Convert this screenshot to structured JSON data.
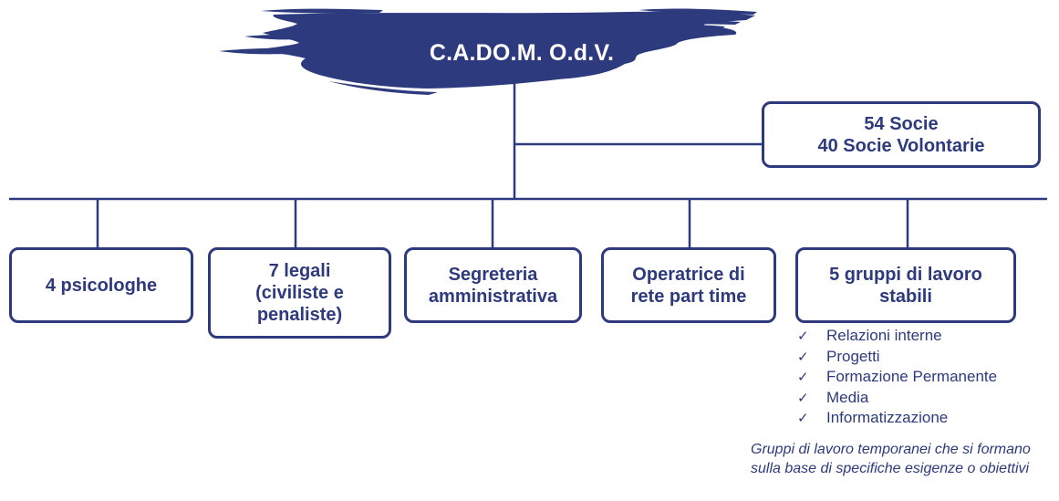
{
  "colors": {
    "primary": "#2d3a7d",
    "background": "#ffffff",
    "title_text": "#ffffff"
  },
  "header": {
    "title": "C.A.DO.M. O.d.V."
  },
  "members": {
    "line1": "54 Socie",
    "line2": "40 Socie Volontarie"
  },
  "units": [
    {
      "lines": [
        "4 psicologhe"
      ]
    },
    {
      "lines": [
        "7 legali",
        "(civiliste e",
        "penaliste)"
      ]
    },
    {
      "lines": [
        "Segreteria",
        "amministrativa"
      ]
    },
    {
      "lines": [
        "Operatrice di",
        "rete part time"
      ]
    },
    {
      "lines": [
        "5 gruppi di lavoro",
        "stabili"
      ]
    }
  ],
  "groups": {
    "check_icon": "check-mark-icon",
    "items": [
      "Relazioni interne",
      "Progetti",
      "Formazione Permanente",
      "Media",
      "Informatizzazione"
    ],
    "note": "Gruppi di lavoro temporanei che si formano sulla base di specifiche esigenze o obiettivi"
  }
}
